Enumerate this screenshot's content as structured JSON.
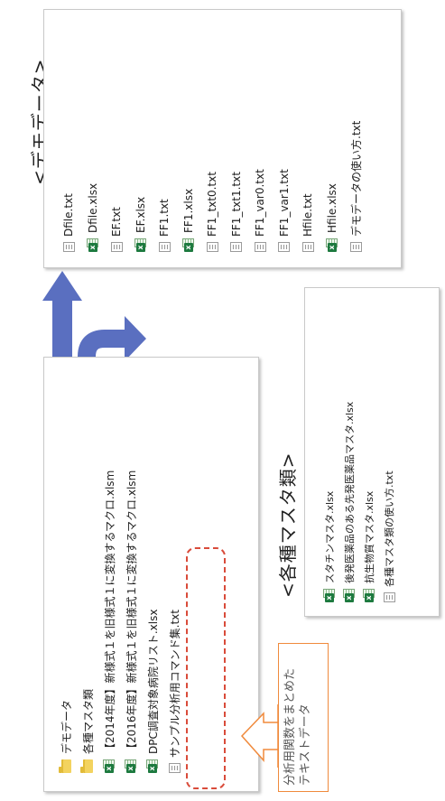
{
  "panels": {
    "main": {
      "items": [
        {
          "icon": "folder-icon",
          "label": "デモデータ"
        },
        {
          "icon": "folder-icon",
          "label": "各種マスタ類"
        },
        {
          "icon": "excel-icon",
          "label": "【2014年度】新様式１を旧様式１に変換するマクロ.xlsm"
        },
        {
          "icon": "excel-icon",
          "label": "【2016年度】新様式１を旧様式１に変換するマクロ.xlsm"
        },
        {
          "icon": "excel-icon",
          "label": "DPC調査対象病院リスト.xlsx"
        },
        {
          "icon": "text-file-icon",
          "label": "サンプル分析用コマンド集.txt"
        }
      ]
    },
    "demo": {
      "title": "<デモデータ>",
      "items": [
        {
          "icon": "text-file-icon",
          "label": "Dfile.txt"
        },
        {
          "icon": "excel-icon",
          "label": "Dfile.xlsx"
        },
        {
          "icon": "text-file-icon",
          "label": "EF.txt"
        },
        {
          "icon": "excel-icon",
          "label": "EF.xlsx"
        },
        {
          "icon": "text-file-icon",
          "label": "FF1.txt"
        },
        {
          "icon": "excel-icon",
          "label": "FF1.xlsx"
        },
        {
          "icon": "text-file-icon",
          "label": "FF1_txt0.txt"
        },
        {
          "icon": "text-file-icon",
          "label": "FF1_txt1.txt"
        },
        {
          "icon": "text-file-icon",
          "label": "FF1_var0.txt"
        },
        {
          "icon": "text-file-icon",
          "label": "FF1_var1.txt"
        },
        {
          "icon": "text-file-icon",
          "label": "Hfile.txt"
        },
        {
          "icon": "excel-icon",
          "label": "Hfile.xlsx"
        },
        {
          "icon": "text-file-icon",
          "label": "デモデータの使い方.txt"
        }
      ]
    },
    "master": {
      "title": "<各種マスタ類>",
      "items": [
        {
          "icon": "excel-icon",
          "label": "スタチンマスタ.xlsx"
        },
        {
          "icon": "excel-icon",
          "label": "後発医薬品のある先発医薬品マスタ.xlsx"
        },
        {
          "icon": "excel-icon",
          "label": "抗生物質マスタ.xlsx"
        },
        {
          "icon": "text-file-icon",
          "label": "各種マスタ類の使い方.txt"
        }
      ]
    }
  },
  "callout": {
    "text": "分析用関数をまとめたテキストデータ",
    "border_color": "#f08a3c"
  },
  "colors": {
    "arrow": "#5a6fc0",
    "highlight_dash": "#d94b3a",
    "folder": "#f3d35f",
    "excel": "#1d7a3f"
  }
}
